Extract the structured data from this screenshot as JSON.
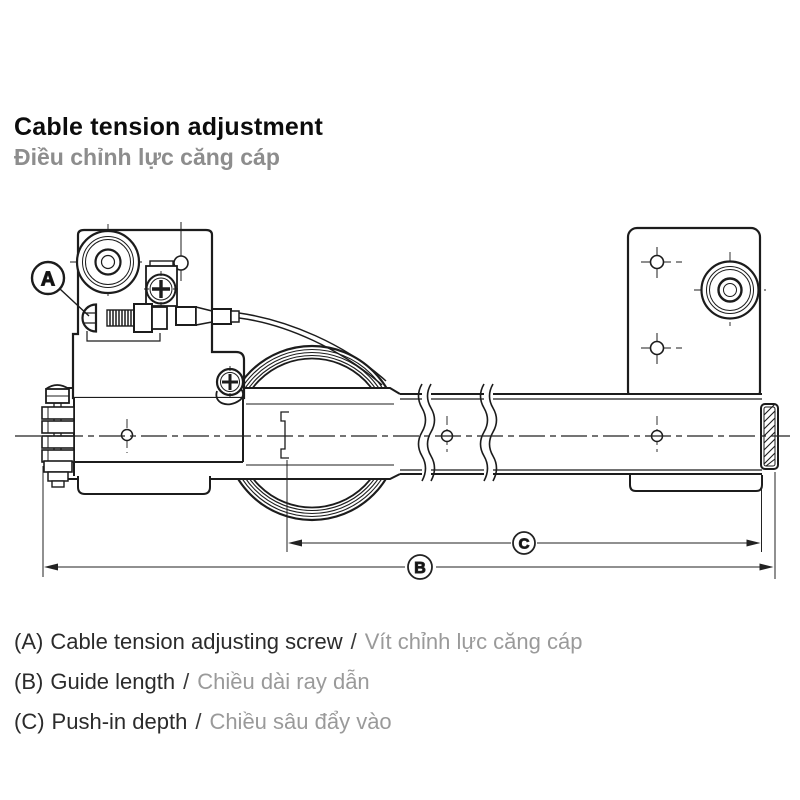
{
  "title": {
    "en": "Cable tension adjustment",
    "vi": "Điều chỉnh lực căng cáp"
  },
  "diagram": {
    "callout_a": "A",
    "dim_b": "B",
    "dim_c": "C",
    "line_color": "#1c1c1c",
    "dim_color": "#222222"
  },
  "legend": {
    "separator": "/",
    "items": [
      {
        "label": "(A)",
        "en": "Cable tension adjusting screw",
        "vi": "Vít chỉnh lực căng cáp"
      },
      {
        "label": "(B)",
        "en": "Guide length",
        "vi": "Chiều dài ray dẫn"
      },
      {
        "label": "(C)",
        "en": "Push-in depth",
        "vi": "Chiều sâu đẩy vào"
      }
    ]
  }
}
